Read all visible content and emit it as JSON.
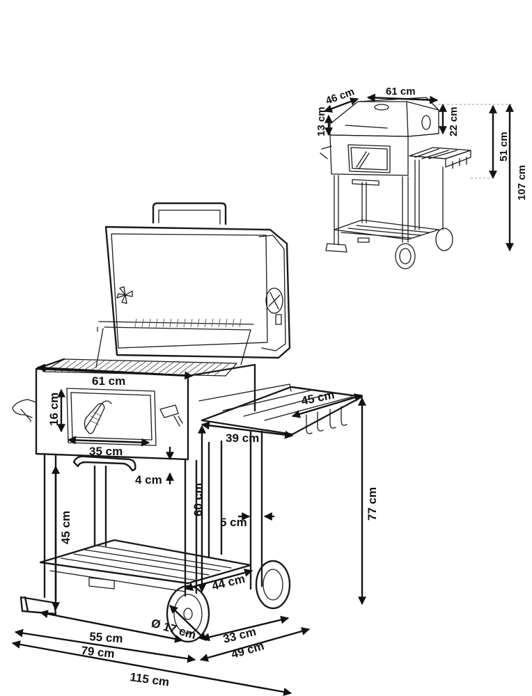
{
  "main_view": {
    "dimensions": {
      "grill_width": "61 cm",
      "window_height": "16 cm",
      "window_width": "35 cm",
      "handle_gap": "4 cm",
      "shelf_width": "45 cm",
      "shelf_depth": "39 cm",
      "body_height": "60 cm",
      "shelf_height": "77 cm",
      "shelf_gap": "5 cm",
      "leg_height": "45 cm",
      "bottom_shelf_depth": "44 cm",
      "wheel_diameter": "Ø 17 cm",
      "base_width": "55 cm",
      "frame_width": "79 cm",
      "base_depth": "33 cm",
      "overall_depth": "49 cm",
      "overall_width": "115 cm"
    }
  },
  "thumbnail_view": {
    "dimensions": {
      "depth": "46 cm",
      "width": "61 cm",
      "lid_left": "13 cm",
      "lid_right": "22 cm",
      "body_height": "51 cm",
      "total_height": "107 cm"
    }
  }
}
